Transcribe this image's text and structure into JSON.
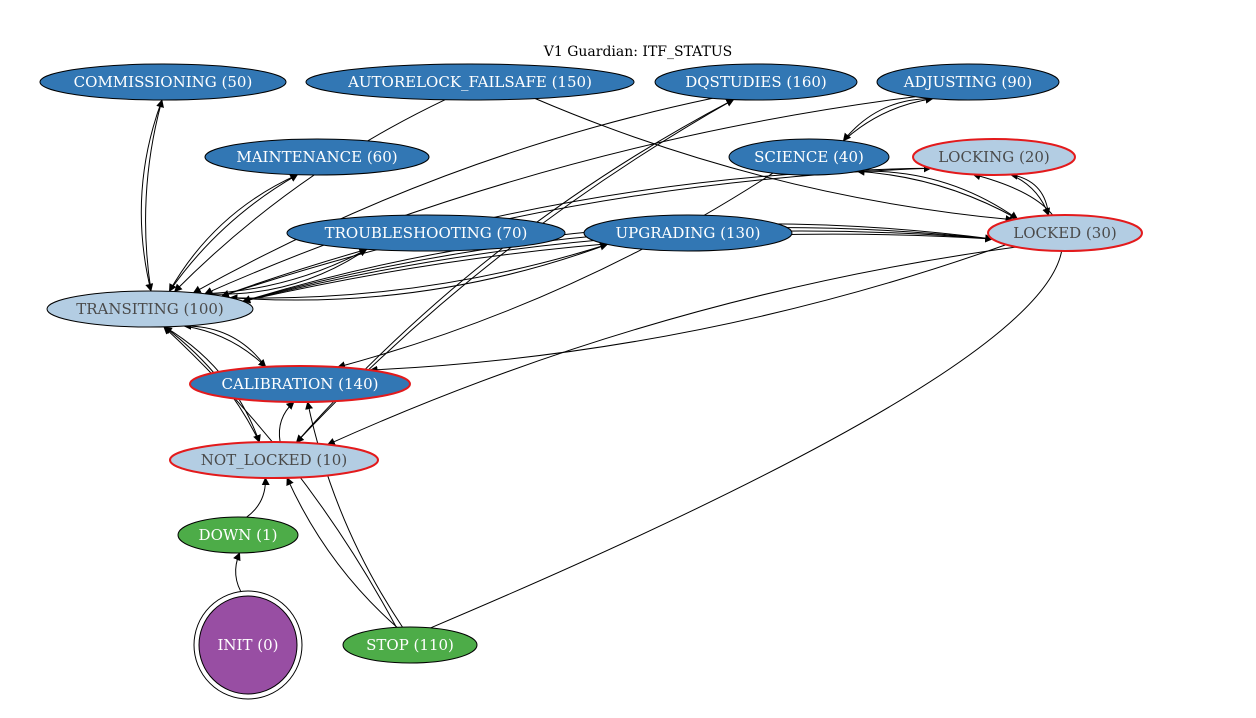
{
  "title": "V1 Guardian: ITF_STATUS",
  "colors": {
    "dark_fill": "#3277b4",
    "light_fill": "#b3cde3",
    "green_fill": "#4dac48",
    "purple_fill": "#984ea3",
    "red_border": "#e31a1c",
    "dark_text": "#ffffff",
    "light_text": "#4a4a4a",
    "edge": "#000000"
  },
  "nodes": [
    {
      "id": "commissioning",
      "label": "COMMISSIONING (50)",
      "style": "dark"
    },
    {
      "id": "autorelock",
      "label": "AUTORELOCK_FAILSAFE (150)",
      "style": "dark"
    },
    {
      "id": "dqstudies",
      "label": "DQSTUDIES (160)",
      "style": "dark"
    },
    {
      "id": "adjusting",
      "label": "ADJUSTING (90)",
      "style": "dark"
    },
    {
      "id": "maintenance",
      "label": "MAINTENANCE (60)",
      "style": "dark"
    },
    {
      "id": "science",
      "label": "SCIENCE (40)",
      "style": "dark"
    },
    {
      "id": "locking",
      "label": "LOCKING (20)",
      "style": "light-red"
    },
    {
      "id": "troubleshooting",
      "label": "TROUBLESHOOTING (70)",
      "style": "dark"
    },
    {
      "id": "upgrading",
      "label": "UPGRADING (130)",
      "style": "dark"
    },
    {
      "id": "locked",
      "label": "LOCKED (30)",
      "style": "light-red"
    },
    {
      "id": "transiting",
      "label": "TRANSITING (100)",
      "style": "light"
    },
    {
      "id": "calibration",
      "label": "CALIBRATION (140)",
      "style": "dark-red"
    },
    {
      "id": "not_locked",
      "label": "NOT_LOCKED (10)",
      "style": "light-red"
    },
    {
      "id": "down",
      "label": "DOWN (1)",
      "style": "green"
    },
    {
      "id": "init",
      "label": "INIT (0)",
      "style": "purple"
    },
    {
      "id": "stop",
      "label": "STOP (110)",
      "style": "green"
    }
  ],
  "edges": [
    {
      "from": "init",
      "to": "down"
    },
    {
      "from": "down",
      "to": "not_locked"
    },
    {
      "from": "stop",
      "to": "not_locked"
    },
    {
      "from": "stop",
      "to": "calibration"
    },
    {
      "from": "stop",
      "to": "transiting"
    },
    {
      "from": "stop",
      "to": "locking"
    },
    {
      "from": "not_locked",
      "to": "calibration"
    },
    {
      "from": "not_locked",
      "to": "transiting"
    },
    {
      "from": "transiting",
      "to": "not_locked"
    },
    {
      "from": "transiting",
      "to": "calibration"
    },
    {
      "from": "calibration",
      "to": "transiting"
    },
    {
      "from": "transiting",
      "to": "commissioning"
    },
    {
      "from": "commissioning",
      "to": "transiting"
    },
    {
      "from": "transiting",
      "to": "maintenance"
    },
    {
      "from": "maintenance",
      "to": "transiting"
    },
    {
      "from": "transiting",
      "to": "troubleshooting"
    },
    {
      "from": "troubleshooting",
      "to": "transiting"
    },
    {
      "from": "transiting",
      "to": "upgrading"
    },
    {
      "from": "upgrading",
      "to": "transiting"
    },
    {
      "from": "transiting",
      "to": "locked"
    },
    {
      "from": "locked",
      "to": "transiting"
    },
    {
      "from": "locking",
      "to": "transiting"
    },
    {
      "from": "transiting",
      "to": "locking"
    },
    {
      "from": "locking",
      "to": "locked"
    },
    {
      "from": "locked",
      "to": "locking"
    },
    {
      "from": "locked",
      "to": "science"
    },
    {
      "from": "science",
      "to": "locked"
    },
    {
      "from": "science",
      "to": "adjusting"
    },
    {
      "from": "adjusting",
      "to": "science"
    },
    {
      "from": "adjusting",
      "to": "transiting"
    },
    {
      "from": "dqstudies",
      "to": "transiting"
    },
    {
      "from": "dqstudies",
      "to": "not_locked"
    },
    {
      "from": "not_locked",
      "to": "dqstudies"
    },
    {
      "from": "autorelock",
      "to": "transiting"
    },
    {
      "from": "autorelock",
      "to": "locked"
    },
    {
      "from": "locked",
      "to": "calibration"
    },
    {
      "from": "transiting",
      "to": "locked"
    },
    {
      "from": "locked",
      "to": "not_locked"
    },
    {
      "from": "locked",
      "to": "transiting"
    },
    {
      "from": "science",
      "to": "calibration"
    }
  ]
}
